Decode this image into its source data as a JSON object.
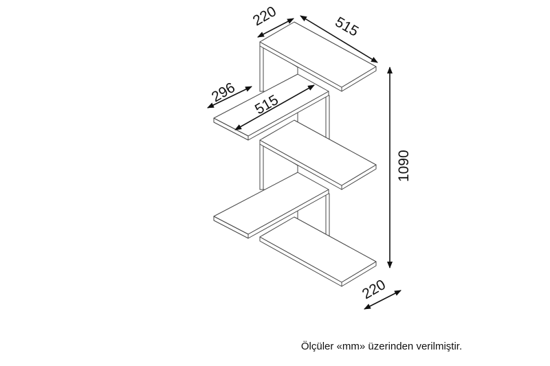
{
  "diagram": {
    "dimensions": {
      "top_depth": "220",
      "top_width": "515",
      "middle_depth": "296",
      "middle_width": "515",
      "height": "1090",
      "bottom_depth": "220"
    },
    "unit_caption": "Ölçüler «mm» üzerinden verilmiştir.",
    "colors": {
      "line": "#444444",
      "fill": "#ffffff"
    }
  }
}
